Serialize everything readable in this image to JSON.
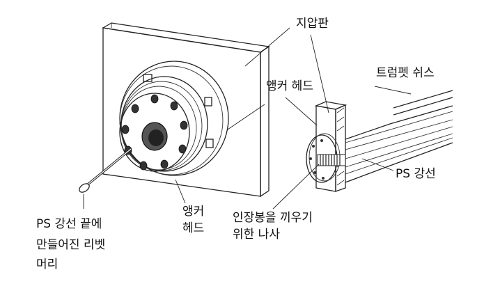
{
  "labels": {
    "bearing_plate": "지압판",
    "anchor_head_upper": "앵커 헤드",
    "trumpet_sheath": "트럼펫 쉬스",
    "ps_strand": "PS 강선",
    "anchor_head_lower_line1": "앵커",
    "anchor_head_lower_line2": "헤드",
    "thread_line1": "인장봉을 끼우기",
    "thread_line2": "위한 나사",
    "rivet_line1": "PS 강선 끝에",
    "rivet_line2": "만들어진 리벳",
    "rivet_line3": "머리"
  }
}
